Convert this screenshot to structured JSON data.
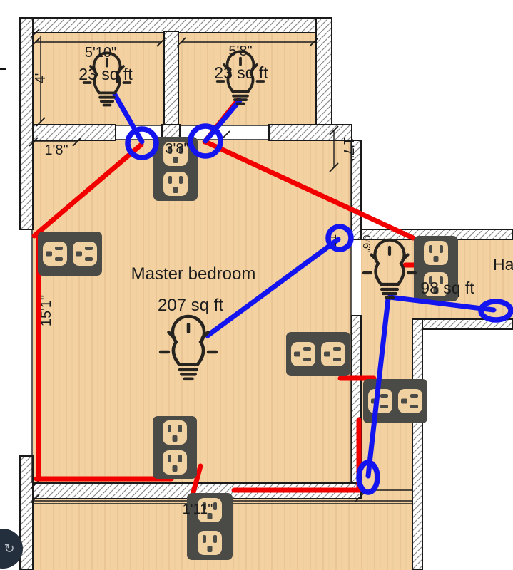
{
  "rooms": {
    "closet_left": {
      "area": "23 sq ft"
    },
    "closet_right": {
      "area": "23 sq ft"
    },
    "master": {
      "name": "Master bedroom",
      "area": "207 sq ft"
    },
    "hall": {
      "name_partial": "Ha",
      "area": "98 sq ft"
    }
  },
  "dimensions": {
    "closet_left_width": "5'10\"",
    "closet_left_depth": "4'",
    "closet_right_width": "5'8\"",
    "left_door_offset": "1'8\"",
    "door_width": "3'8\"",
    "closet_right_side": "1'7\"",
    "master_wall_length": "15'1\"",
    "hall_entry_a": "1'1\"",
    "hall_entry_b": "0'6\"",
    "bottom_offset": "1'11\""
  },
  "controls": {
    "rotate_icon": "↻"
  },
  "colors": {
    "floor": "#f3d1a1",
    "wire_hot": "#f20000",
    "wire_switch": "#1414ef",
    "outlet_plate": "#4a4a46",
    "receptacle": "#f0d2a2",
    "button": "#242f3e"
  }
}
